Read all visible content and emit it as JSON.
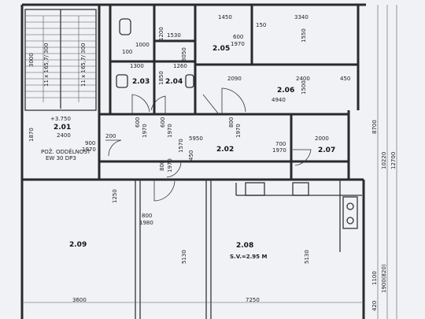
{
  "rooms": [
    {
      "id": "2.01"
    },
    {
      "id": "2.02"
    },
    {
      "id": "2.03"
    },
    {
      "id": "2.04"
    },
    {
      "id": "2.05"
    },
    {
      "id": "2.06"
    },
    {
      "id": "2.07"
    },
    {
      "id": "2.08"
    },
    {
      "id": "2.09"
    }
  ],
  "annotations": {
    "level_2_01": "+3.750",
    "fire_line1": "POŽ. ODDĚLNOST",
    "fire_line2": "EW 30 DP3",
    "stair_left": "11 x 165,7/ 300",
    "stair_right": "11 x 165,7/ 300",
    "height_2_08": "S.V.=2.95 M"
  },
  "dimensions": {
    "d3000": "3000",
    "d2400": "2400",
    "d1870": "1870",
    "d1000": "1000",
    "d1200": "1200",
    "d1530": "1530",
    "d100": "100",
    "d1300": "1300",
    "d1260": "1260",
    "d3050": "3050",
    "d1850": "1850",
    "d1450": "1450",
    "d3340": "3340",
    "d150": "150",
    "d600_1970a": "600",
    "d1970a": "1970",
    "d1550": "1550",
    "d2090": "2090",
    "d2400b": "2400",
    "d450": "450",
    "d1500": "1500",
    "d4940": "4940",
    "d600_b": "600",
    "d1970_b": "1970",
    "d600_c": "600",
    "d1970_c": "1970",
    "d800_a": "800",
    "d1970_d": "1970",
    "d200": "200",
    "d900": "900",
    "d1970_e": "1970",
    "d5950": "5950",
    "d1570": "1570",
    "d700": "700",
    "d1970_f": "1970",
    "d2000": "2000",
    "d8700": "8700",
    "d10220": "10220",
    "d12700": "12700",
    "d800_b": "800",
    "d1970_g": "1970",
    "d450_b": "450",
    "d1250": "1250",
    "d800_c": "800",
    "d1980": "1980",
    "d5130_a": "5130",
    "d5130_b": "5130",
    "d3600": "3600",
    "d7250": "7250",
    "d1100": "1100",
    "d1900": "1900(820)",
    "d420": "420"
  }
}
